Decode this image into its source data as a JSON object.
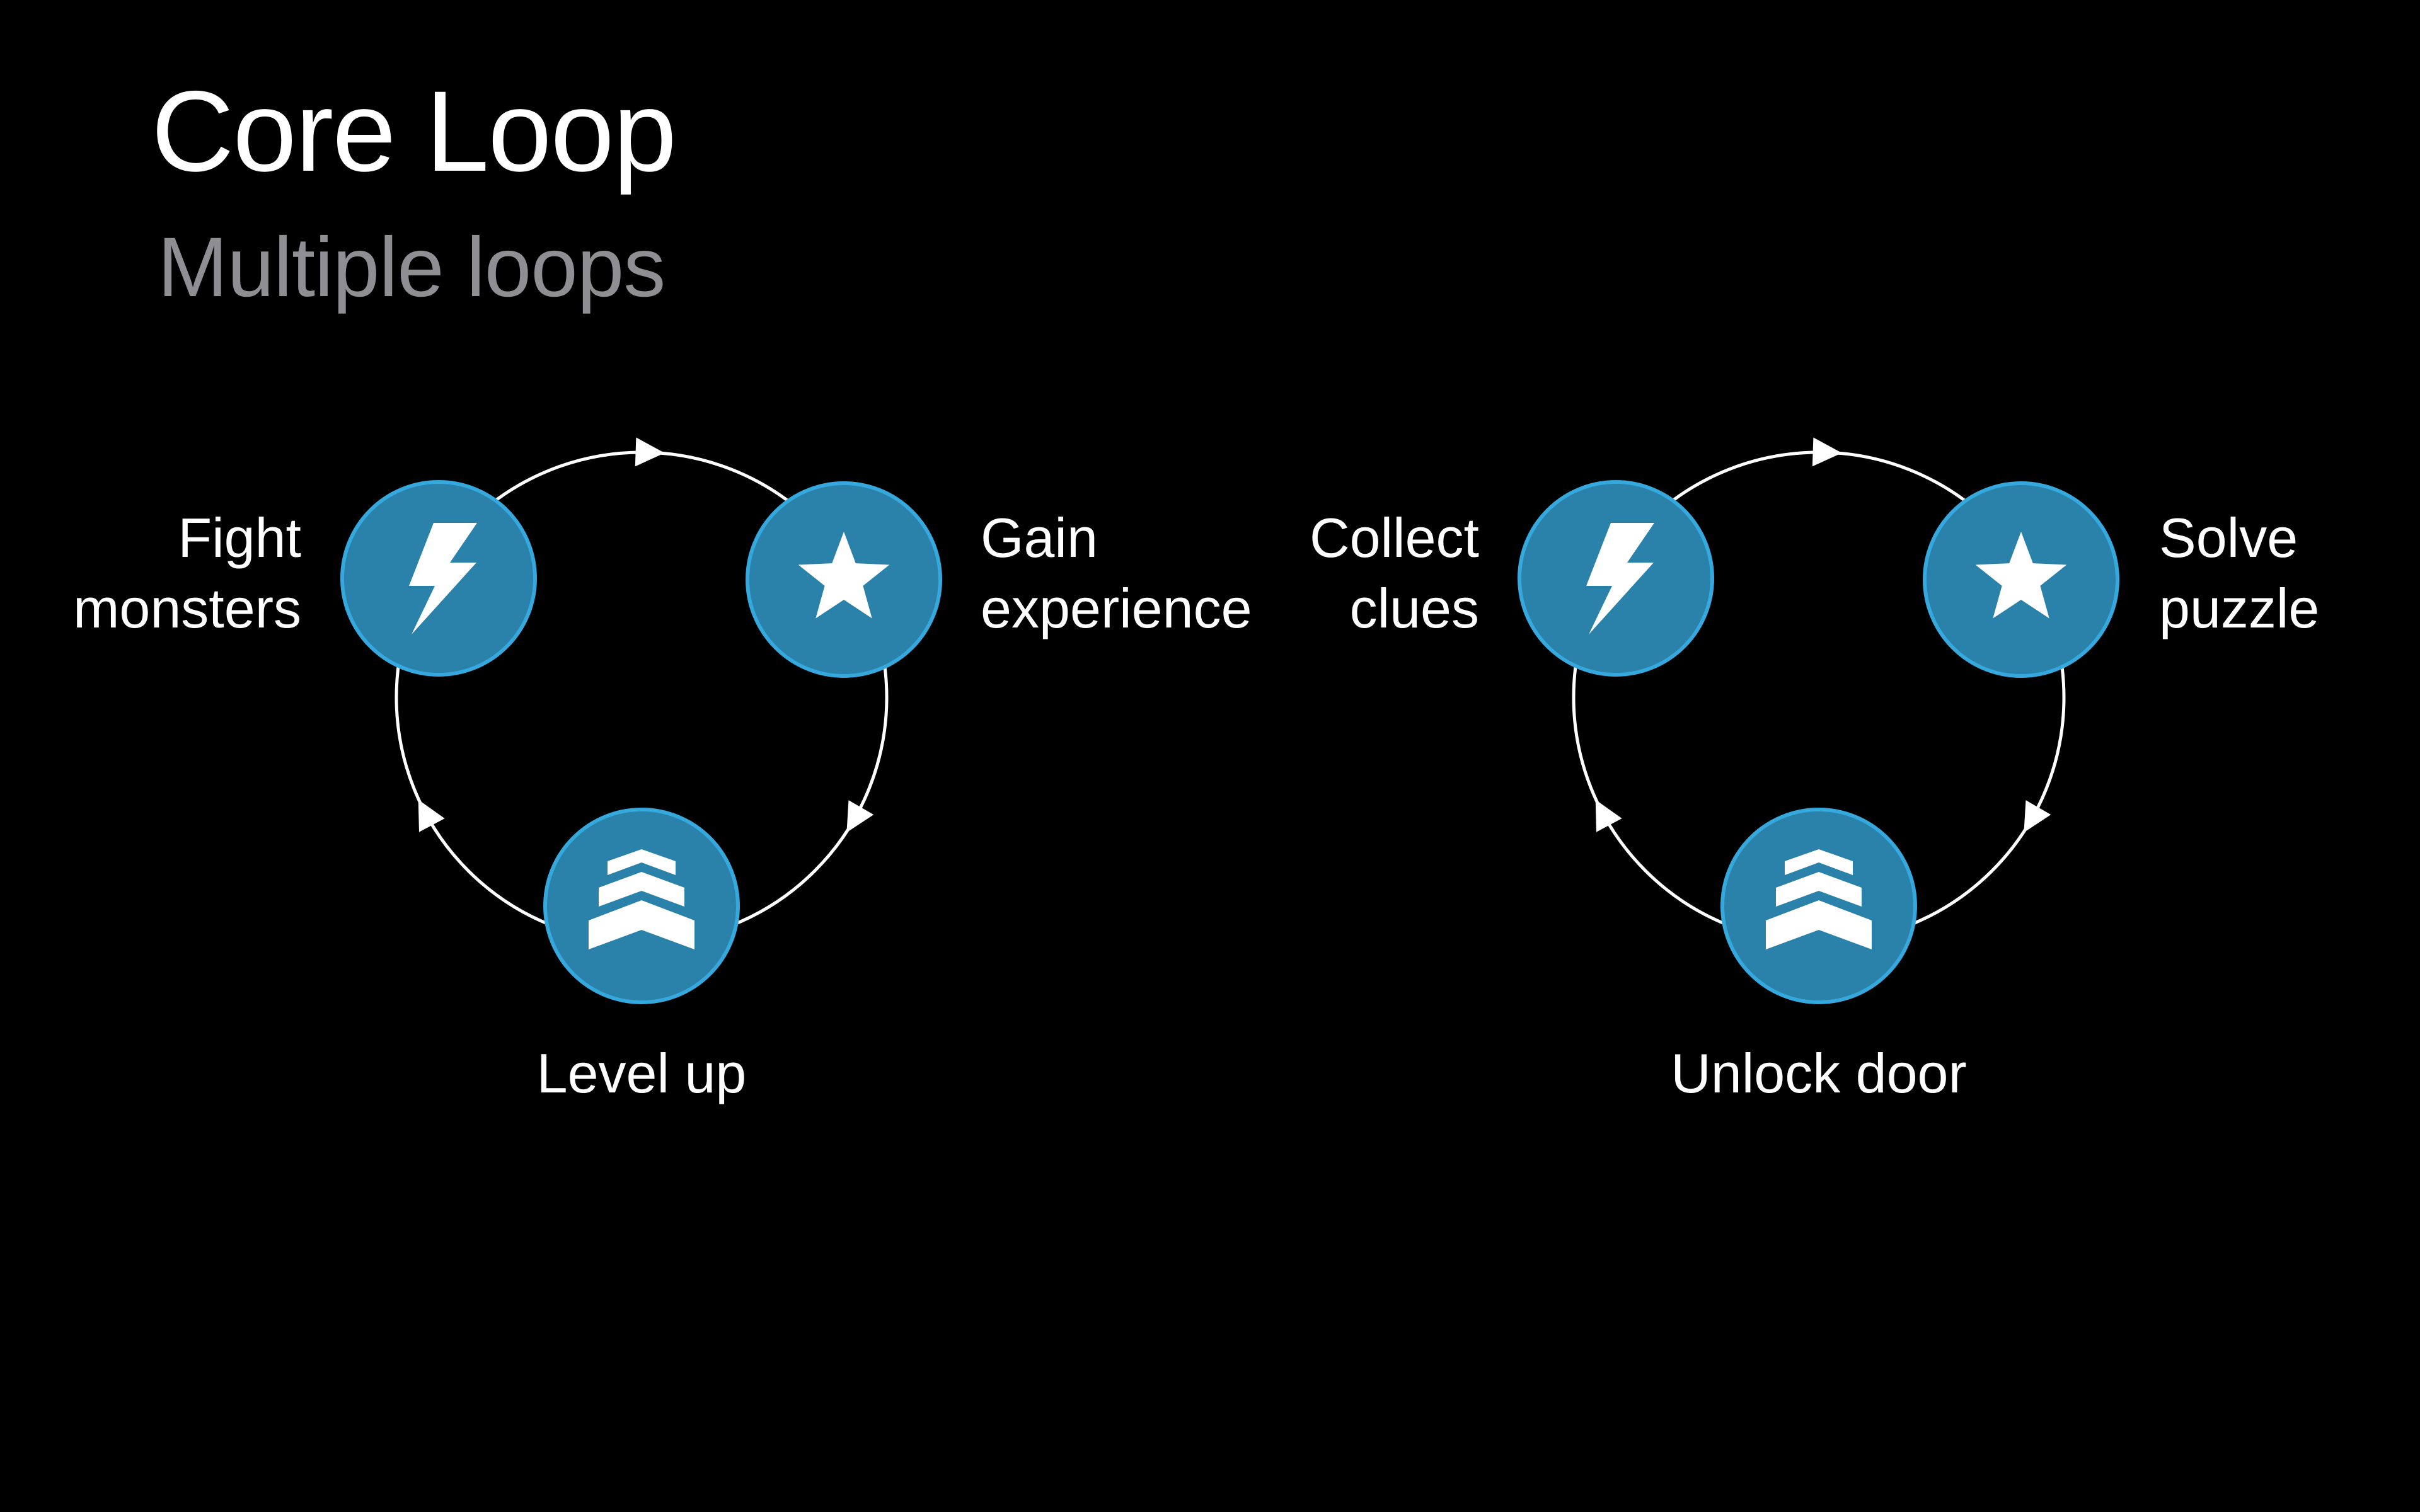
{
  "slide": {
    "title": "Core Loop",
    "subtitle": "Multiple loops"
  },
  "colors": {
    "background": "#000000",
    "title": "#ffffff",
    "subtitle": "#8e8e93",
    "node_fill": "#2a81a9",
    "node_ring": "#35a9de",
    "icon": "#ffffff",
    "loop_line": "#ffffff"
  },
  "loops": [
    {
      "name": "combat-loop",
      "direction": "clockwise",
      "nodes": [
        {
          "id": "fight",
          "icon": "lightning-bolt-icon",
          "label_lines": [
            "Fight",
            "monsters"
          ]
        },
        {
          "id": "gain",
          "icon": "star-icon",
          "label_lines": [
            "Gain",
            "experience"
          ]
        },
        {
          "id": "level",
          "icon": "chevrons-up-icon",
          "label_lines": [
            "Level up"
          ]
        }
      ],
      "edges": [
        {
          "from": "fight",
          "to": "gain"
        },
        {
          "from": "gain",
          "to": "level"
        },
        {
          "from": "level",
          "to": "fight"
        }
      ]
    },
    {
      "name": "puzzle-loop",
      "direction": "clockwise",
      "nodes": [
        {
          "id": "collect",
          "icon": "lightning-bolt-icon",
          "label_lines": [
            "Collect",
            "clues"
          ]
        },
        {
          "id": "solve",
          "icon": "star-icon",
          "label_lines": [
            "Solve",
            "puzzle"
          ]
        },
        {
          "id": "unlock",
          "icon": "chevrons-up-icon",
          "label_lines": [
            "Unlock door"
          ]
        }
      ],
      "edges": [
        {
          "from": "collect",
          "to": "solve"
        },
        {
          "from": "solve",
          "to": "unlock"
        },
        {
          "from": "unlock",
          "to": "collect"
        }
      ]
    }
  ]
}
